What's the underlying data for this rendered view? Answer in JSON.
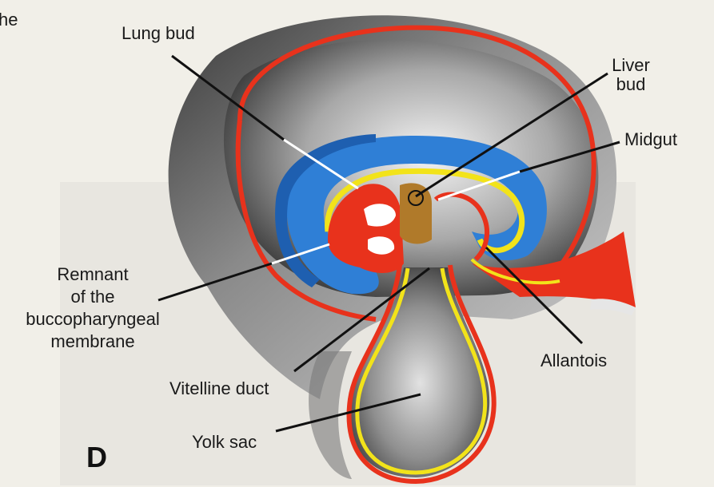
{
  "edge_text": "he",
  "panel_letter": "D",
  "labels": {
    "lung_bud": "Lung bud",
    "liver_bud_line1": "Liver",
    "liver_bud_line2": "bud",
    "midgut": "Midgut",
    "remnant_line1": "Remnant",
    "remnant_line2": "of the",
    "remnant_line3": "buccopharyngeal",
    "remnant_line4": "membrane",
    "allantois": "Allantois",
    "vitelline_duct": "Vitelline duct",
    "yolk_sac": "Yolk sac"
  },
  "colors": {
    "background": "#f1efe8",
    "ectoderm_red": "#e8321c",
    "endoderm_yellow": "#f2e31a",
    "neural_blue": "#2f7fd6",
    "cavity_gray": "#6b6b6b",
    "liver_brown": "#b07a2a",
    "leader_black": "#111111",
    "leader_white": "#ffffff"
  }
}
